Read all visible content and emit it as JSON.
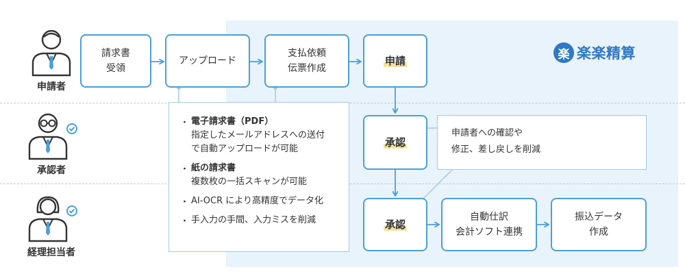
{
  "roles": [
    {
      "label": "申請者",
      "icon": "applicant-person-icon"
    },
    {
      "label": "承認者",
      "icon": "approver-person-glasses-icon"
    },
    {
      "label": "経理担当者",
      "icon": "accountant-person-icon"
    }
  ],
  "steps": {
    "invoice_receipt": "請求書\n受領",
    "upload": "アップロード",
    "payment_request": "支払依頼\n伝票作成",
    "apply": "申請",
    "approve_1": "承認",
    "approve_2": "承認",
    "auto_journal": "自動仕訳\n会計ソフト連携",
    "transfer_data": "振込データ\n作成"
  },
  "upload_notes": [
    {
      "title": "電子請求書（PDF）",
      "text": "指定したメールアドレスへの送付\nで自動アップロードが可能"
    },
    {
      "title": "紙の請求書",
      "text": "複数枚の一括スキャンが可能"
    },
    {
      "title": "",
      "text": "AI-OCR により高精度でデータ化"
    },
    {
      "title": "",
      "text": "手入力の手間、入力ミスを削減"
    }
  ],
  "approval_note": "申請者への確認や\n修正、差し戻しを削減",
  "brand": {
    "mark": "楽",
    "name": "楽楽精算"
  },
  "colors": {
    "accent": "#4a9fd8",
    "brand": "#2f78c4",
    "panel": "#e9f3fb",
    "highlight": "#f3e2a2"
  }
}
